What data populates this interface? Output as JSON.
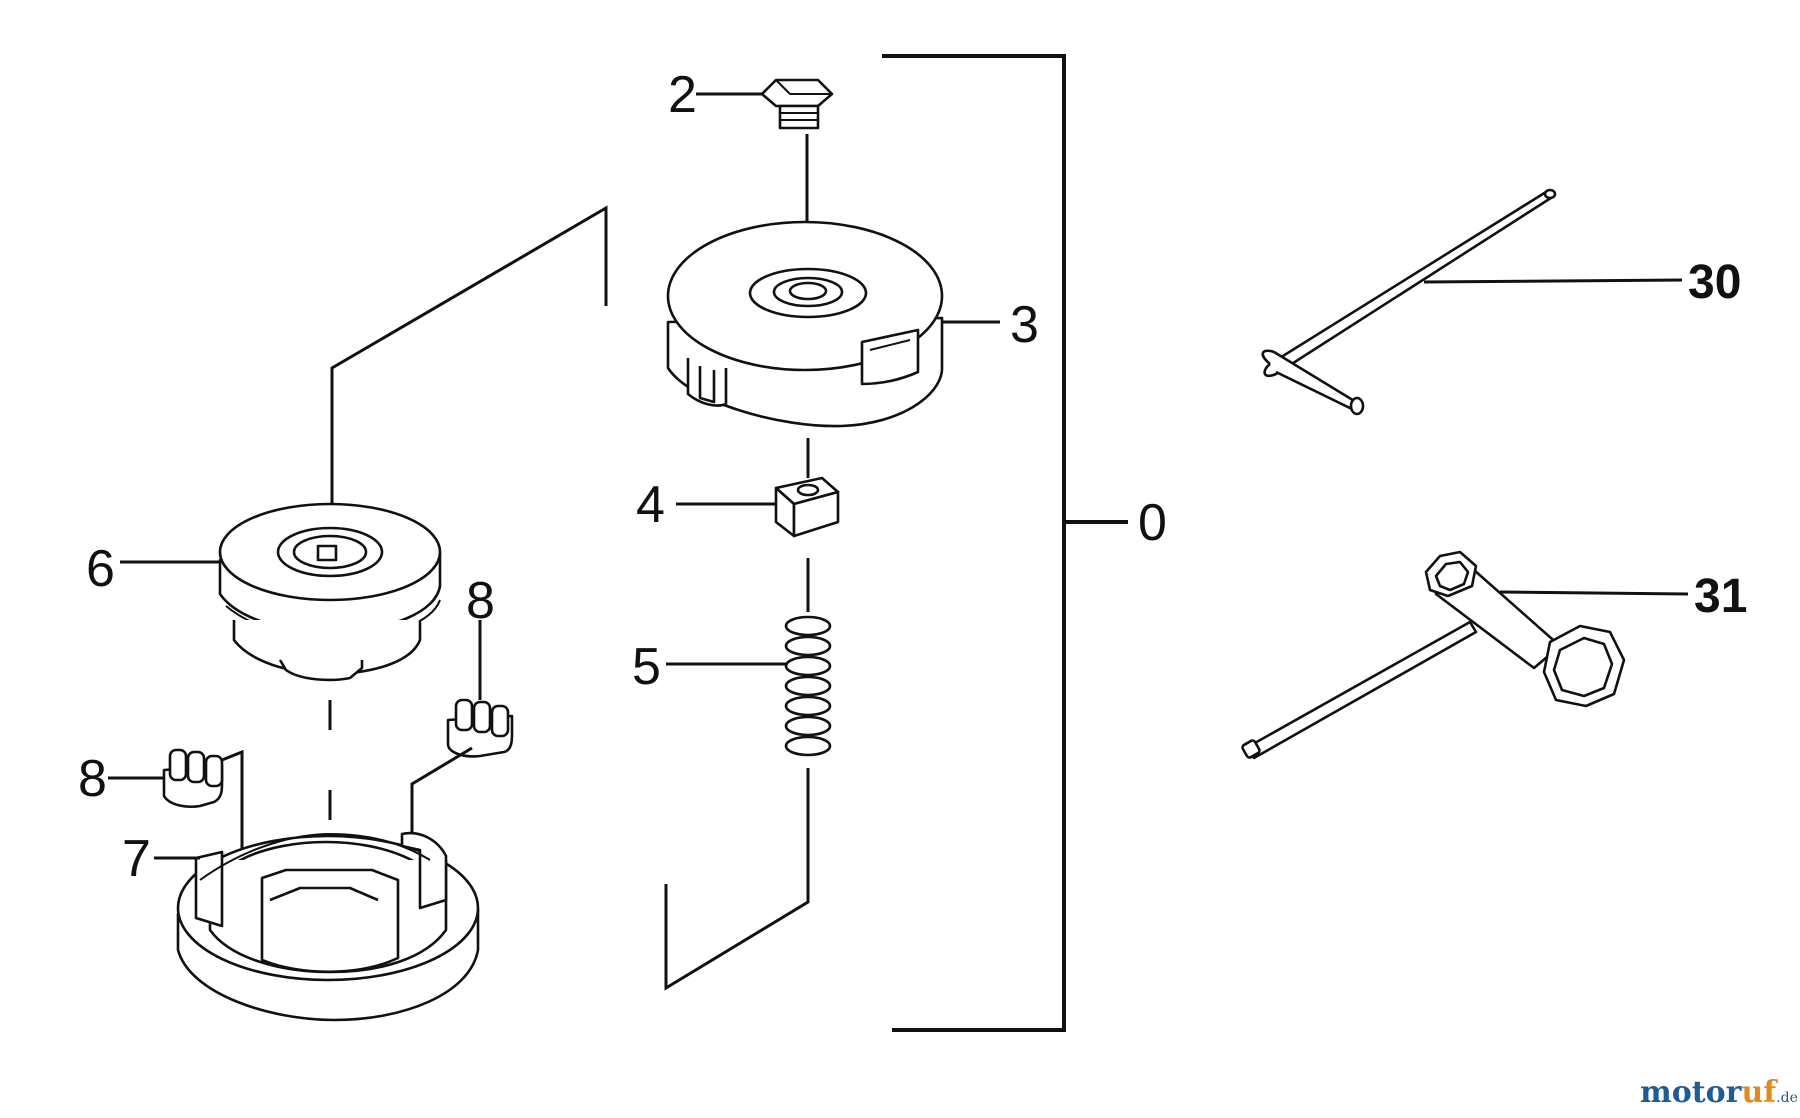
{
  "diagram": {
    "callouts": {
      "c0": "0",
      "c2": "2",
      "c3": "3",
      "c4": "4",
      "c5": "5",
      "c6": "6",
      "c7": "7",
      "c8a": "8",
      "c8b": "8",
      "c30": "30",
      "c31": "31"
    }
  },
  "watermark": {
    "part1": "motor",
    "part2": "uf",
    "suffix": ".de",
    "colors": {
      "primary": "#1f5c93",
      "accent": "#e2891f"
    }
  }
}
